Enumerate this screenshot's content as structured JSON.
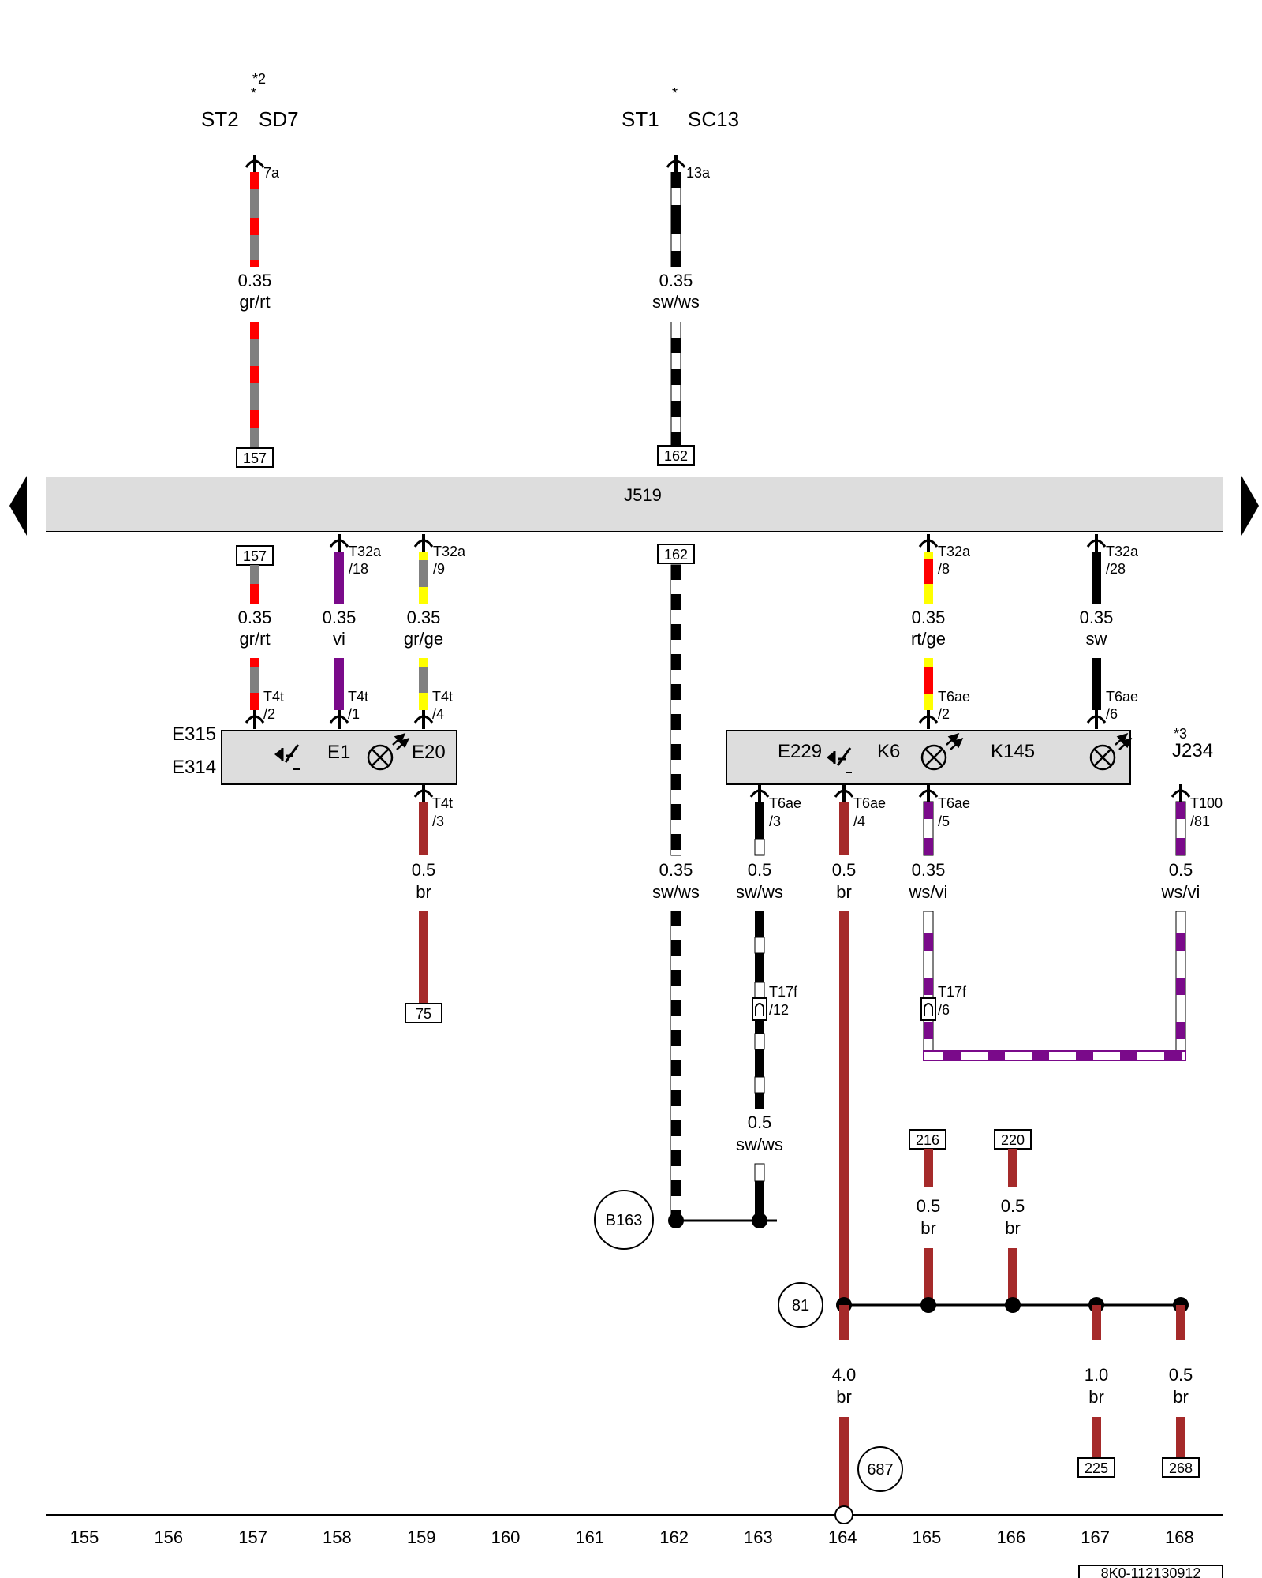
{
  "module": {
    "name": "J519"
  },
  "doc_id": "8K0-112130912",
  "columns": [
    "155",
    "156",
    "157",
    "158",
    "159",
    "160",
    "161",
    "162",
    "163",
    "164",
    "165",
    "166",
    "167",
    "168"
  ],
  "top_labels": {
    "left_note": "*2",
    "left_star": "*",
    "st2": "ST2",
    "sd7": "SD7",
    "right_star": "*",
    "st1": "ST1",
    "sc13": "SC13",
    "pin_7a": "7a",
    "pin_13a": "13a"
  },
  "wires": {
    "w157_top": {
      "size": "0.35",
      "color": "gr/rt",
      "ref": "157"
    },
    "w162_top": {
      "size": "0.35",
      "color": "sw/ws",
      "ref": "162"
    },
    "w157_bot": {
      "size": "0.35",
      "color": "gr/rt",
      "ref": "157",
      "conn": "T4t",
      "pin": "/2"
    },
    "w158": {
      "size": "0.35",
      "color": "vi",
      "top_conn": "T32a",
      "top_pin": "/18",
      "conn": "T4t",
      "pin": "/1"
    },
    "w159": {
      "size": "0.35",
      "color": "gr/ge",
      "top_conn": "T32a",
      "top_pin": "/9",
      "conn": "T4t",
      "pin": "/4"
    },
    "w162_bot": {
      "size": "0.35",
      "color": "sw/ws",
      "ref": "162"
    },
    "w165": {
      "size": "0.35",
      "color": "rt/ge",
      "top_conn": "T32a",
      "top_pin": "/8",
      "conn": "T6ae",
      "pin": "/2"
    },
    "w167": {
      "size": "0.35",
      "color": "sw",
      "top_conn": "T32a",
      "top_pin": "/28",
      "conn": "T6ae",
      "pin": "/6"
    },
    "w159_low": {
      "size": "0.5",
      "color": "br",
      "conn": "T4t",
      "pin": "/3",
      "ref": "75"
    },
    "w162_low": {
      "size": "0.35",
      "color": "sw/ws"
    },
    "w163_low": {
      "size": "0.5",
      "color": "sw/ws",
      "conn": "T6ae",
      "pin": "/3"
    },
    "w163_mid": {
      "size": "0.5",
      "color": "sw/ws",
      "conn": "T17f",
      "pin": "/12"
    },
    "w164_low": {
      "size": "0.5",
      "color": "br",
      "conn": "T6ae",
      "pin": "/4"
    },
    "w165_low": {
      "size": "0.35",
      "color": "ws/vi",
      "conn": "T6ae",
      "pin": "/5",
      "conn2": "T17f",
      "pin2": "/6"
    },
    "w168_low": {
      "size": "0.5",
      "color": "ws/vi",
      "conn": "T100",
      "pin": "/81"
    },
    "w165_216": {
      "size": "0.5",
      "color": "br",
      "ref": "216"
    },
    "w166_220": {
      "size": "0.5",
      "color": "br",
      "ref": "220"
    },
    "w164_gnd": {
      "size": "4.0",
      "color": "br"
    },
    "w167_gnd": {
      "size": "1.0",
      "color": "br",
      "ref": "225"
    },
    "w168_gnd": {
      "size": "0.5",
      "color": "br",
      "ref": "268"
    }
  },
  "components": {
    "left_box": {
      "e315": "E315",
      "e314": "E314",
      "e1": "E1",
      "e20": "E20"
    },
    "right_box": {
      "e229": "E229",
      "k6": "K6",
      "k145": "K145"
    },
    "j234": {
      "note": "*3",
      "label": "J234"
    }
  },
  "grounds": {
    "b163": "B163",
    "g81": "81",
    "g687": "687"
  },
  "colors": {
    "gr": "#808080",
    "rt": "#ff0000",
    "sw": "#000000",
    "ws": "#ffffff",
    "vi": "#7a0a8a",
    "ge": "#ffff00",
    "br": "#a52a2a",
    "module_fill": "#dddddd"
  }
}
